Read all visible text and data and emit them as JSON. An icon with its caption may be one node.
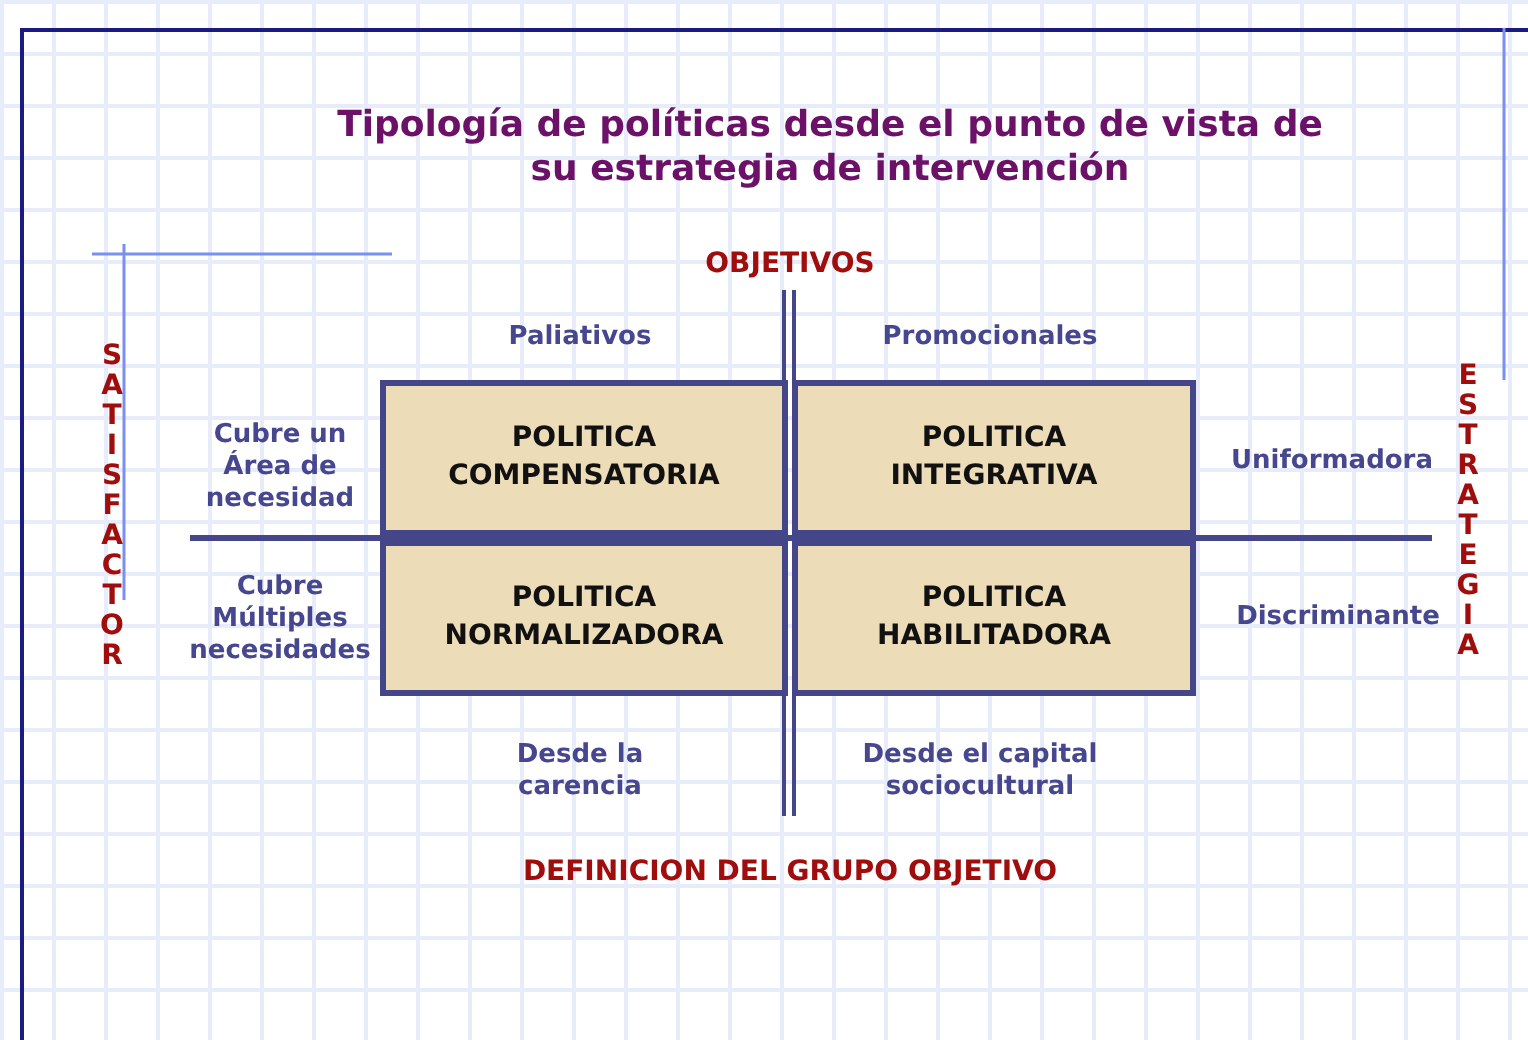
{
  "diagram": {
    "title": "Tipología de políticas desde el punto de vista de su estrategia de intervención",
    "nodes": [
      {
        "text": [
          "POLITICA COMPENSATORIA"
        ]
      },
      {
        "text": [
          "POLITICA INTEGRATIVA"
        ]
      },
      {
        "text": [
          "POLITICA NORMALIZADORA"
        ]
      },
      {
        "text": [
          "POLITICA HABILITADORA"
        ]
      }
    ],
    "labels": [
      "OBJETIVOS",
      "Paliativos",
      "Promocionales",
      "SATISFACTOR",
      "Cubre un Área de necesidad",
      "Uniformadora",
      "ESTRATEGIA",
      "Cubre Múltiples necesidades",
      "Discriminante",
      "Desde la carencia",
      "Desde el capital sociocultural",
      "DEFINICION DEL GRUPO OBJETIVO"
    ]
  }
}
